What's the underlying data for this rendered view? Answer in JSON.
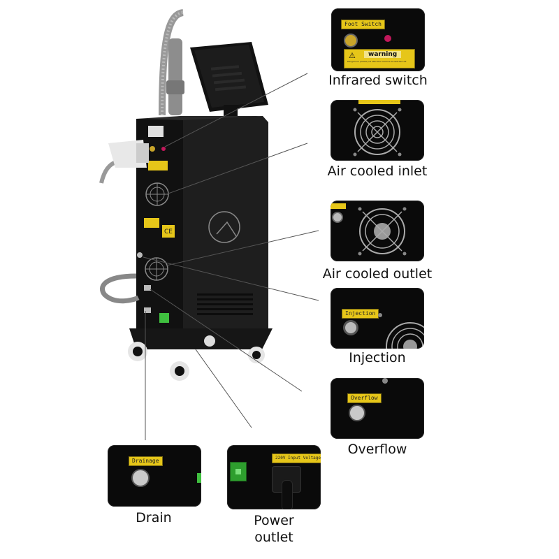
{
  "panels": {
    "infrared_switch": {
      "caption": "Infrared switch",
      "tag": "Foot Switch",
      "warning": "warning",
      "warning_note": "Dangerous: please put after the machine is switched off"
    },
    "air_cooled_inlet": {
      "caption": "Air cooled inlet"
    },
    "air_cooled_outlet": {
      "caption": "Air cooled outlet"
    },
    "injection": {
      "caption": "Injection",
      "tag": "Injection"
    },
    "overflow": {
      "caption": "Overflow",
      "tag": "Overflow"
    },
    "drain": {
      "caption": "Drain",
      "tag": "Drainage"
    },
    "power_outlet": {
      "caption_line1": "Power",
      "caption_line2": "outlet",
      "tag": "220V Input Voltage"
    }
  },
  "machine": {
    "ce_mark": "CE"
  },
  "colors": {
    "panel_bg": "#0a0a0a",
    "label_yellow": "#e6c619",
    "leader_line": "#555555",
    "indicator_red": "#c2185b",
    "power_green": "#3fbf3f"
  }
}
